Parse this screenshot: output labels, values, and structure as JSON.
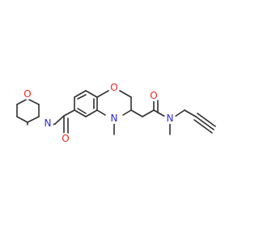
{
  "colors": {
    "bond": "#303030",
    "oxygen": "#e8281b",
    "nitrogen": "#2c2cd4",
    "background": "#ffffff"
  },
  "atoms": {
    "morpholine_o": "O",
    "morpholine_n": "N",
    "amide_o_left": "O",
    "ring_o": "O",
    "ring_n": "N",
    "amide_o_right": "O",
    "amide_n_right": "N"
  }
}
